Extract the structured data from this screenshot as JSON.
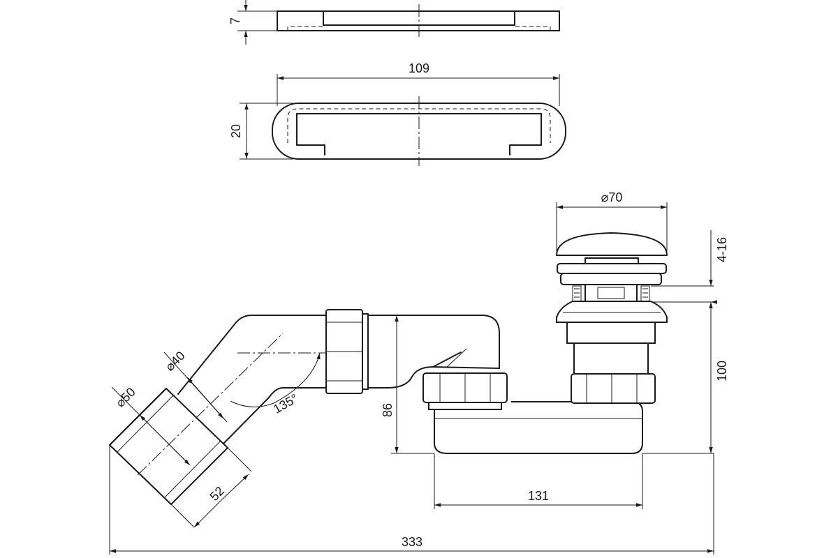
{
  "drawing": {
    "dimensions": {
      "plate_thickness": "7",
      "plate_length": "109",
      "plate_width": "20",
      "cap_diameter": "⌀70",
      "adjust_range": "4-16",
      "outlet_inner_diameter": "⌀40",
      "outlet_outer_diameter": "⌀50",
      "bend_angle": "135°",
      "trap_height": "86",
      "overall_height": "100",
      "center_spacing": "131",
      "outlet_length": "52",
      "overall_length": "333"
    }
  }
}
